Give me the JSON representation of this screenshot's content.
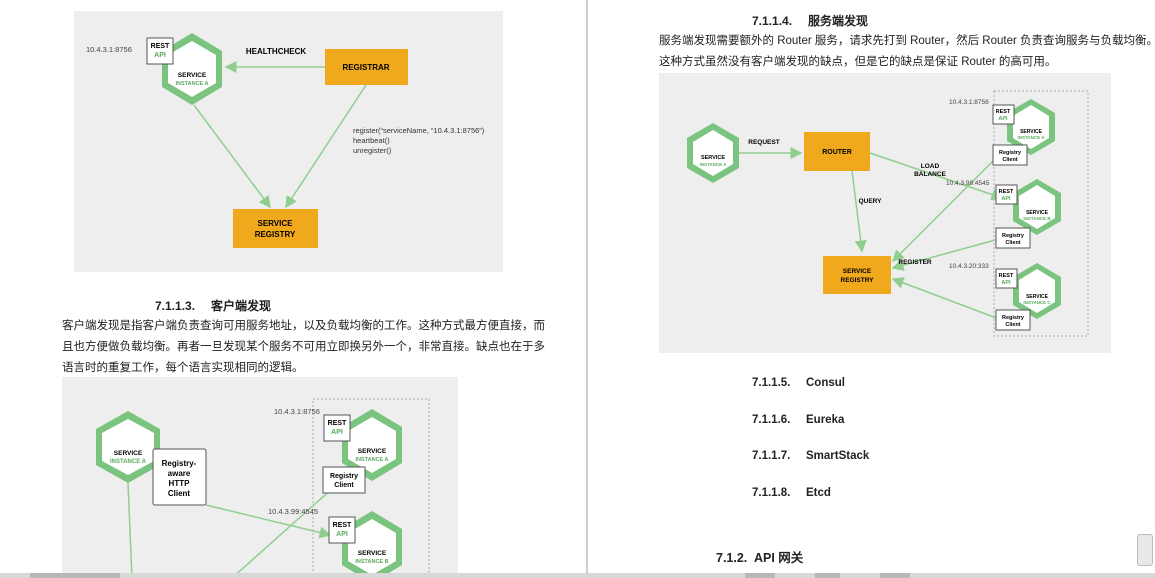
{
  "colors": {
    "green": "#7bc47f",
    "orange": "#f0a81c",
    "figure_bg": "#eeeeee",
    "arrow": "#8fce8f"
  },
  "left": {
    "figure1": {
      "address": "10.4.3.1:8756",
      "rest_line1": "REST",
      "rest_line2": "API",
      "service_line1": "SERVICE",
      "service_line2": "INSTANCE A",
      "healthcheck": "HEALTHCHECK",
      "registrar": "REGISTRAR",
      "code_line1": "register(“serviceName, “10.4.3.1:8756”)",
      "code_line2": "heartbeat()",
      "code_line3": "unregister()",
      "registry_line1": "SERVICE",
      "registry_line2": "REGISTRY"
    },
    "heading": {
      "num": "7.1.1.3.",
      "title": "客户端发现"
    },
    "paragraph": [
      "客户端发现是指客户端负责查询可用服务地址，以及负载均衡的工作。这种方式最方便直接，而",
      "且也方便做负载均衡。再者一旦发现某个服务不可用立即换另外一个，非常直接。缺点也在于多",
      "语言时的重复工作，每个语言实现相同的逻辑。"
    ],
    "figure2": {
      "service_line1": "SERVICE",
      "service_line2": "INSTANCE A",
      "client_line1": "Registry-",
      "client_line2": "aware",
      "client_line3": "HTTP",
      "client_line4": "Client",
      "addr1": "10.4.3.1:8756",
      "addr2": "10.4.3.99:4545",
      "rest_line1": "REST",
      "rest_line2": "API",
      "instA_line1": "SERVICE",
      "instA_line2": "INSTANCE A",
      "regclient_line1": "Registry",
      "regclient_line2": "Client",
      "instB_line1": "SERVICE",
      "instB_line2": "INSTANCE B"
    }
  },
  "right": {
    "heading": {
      "num": "7.1.1.4.",
      "title": "服务端发现"
    },
    "paragraph": [
      "服务端发现需要额外的 Router 服务，请求先打到 Router，然后 Router 负责查询服务与负载均衡。",
      "这种方式虽然没有客户端发现的缺点，但是它的缺点是保证 Router 的高可用。"
    ],
    "figure3": {
      "client_line1": "SERVICE",
      "client_line2": "INSTANCE A",
      "request": "REQUEST",
      "router": "ROUTER",
      "load1": "LOAD",
      "load2": "BALANCE",
      "query": "QUERY",
      "register": "REGISTER",
      "registry_line1": "SERVICE",
      "registry_line2": "REGISTRY",
      "addr1": "10.4.3.1:8756",
      "addr2": "10.4.3.99:4545",
      "addr3": "10.4.3.20:333",
      "rest_line1": "REST",
      "rest_line2": "API",
      "regclient_line1": "Registry",
      "regclient_line2": "Client",
      "instA_line1": "SERVICE",
      "instA_line2": "INSTANCE A",
      "instB_line1": "SERVICE",
      "instB_line2": "INSTANCE B",
      "instC_line1": "SERVICE",
      "instC_line2": "INSTANCE C"
    },
    "toc": [
      {
        "num": "7.1.1.5.",
        "title": "Consul"
      },
      {
        "num": "7.1.1.6.",
        "title": "Eureka"
      },
      {
        "num": "7.1.1.7.",
        "title": "SmartStack"
      },
      {
        "num": "7.1.1.8.",
        "title": "Etcd"
      }
    ],
    "section": {
      "num": "7.1.2.",
      "title": "API 网关"
    }
  }
}
